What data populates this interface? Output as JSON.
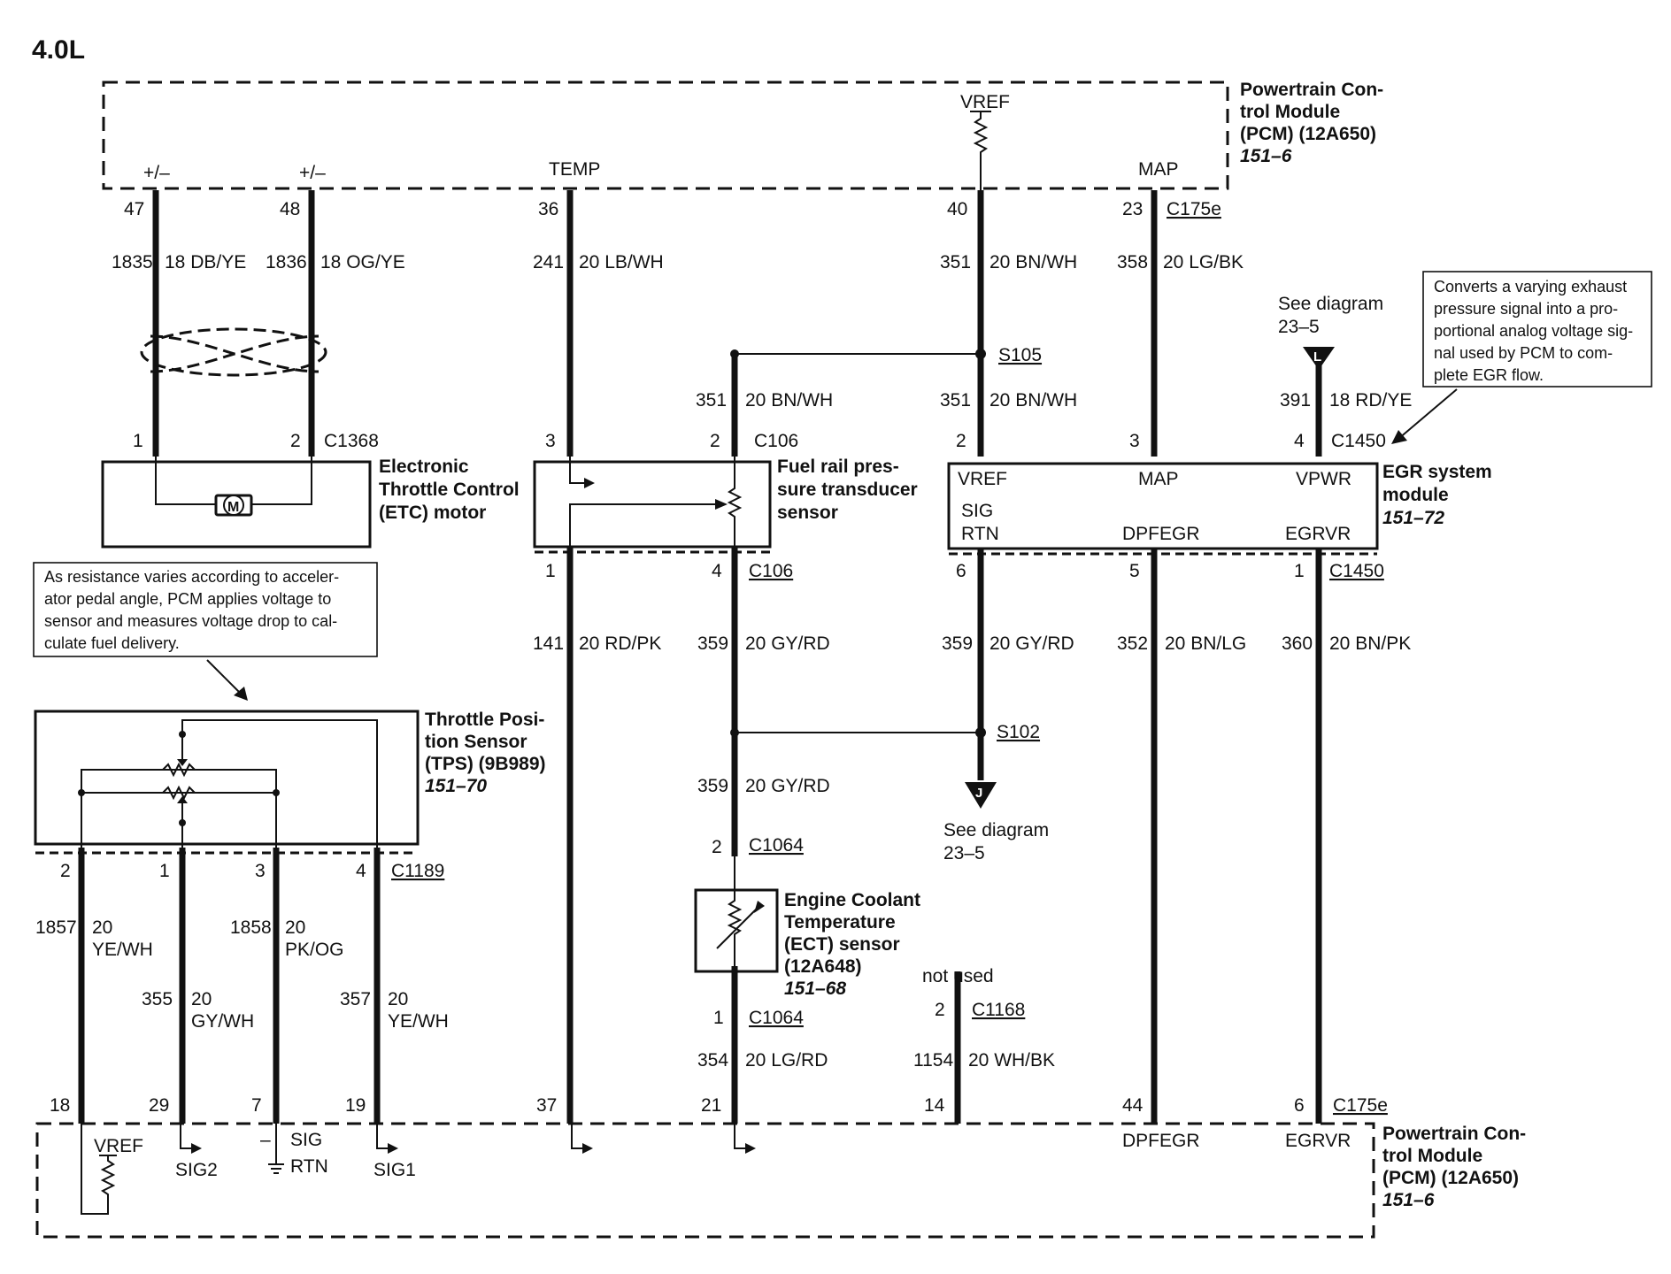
{
  "title": "4.0L",
  "pcm_top": {
    "lines": [
      "Powertrain Con-",
      "trol Module",
      "(PCM) (12A650)"
    ],
    "ref": "151–6",
    "pins": [
      "+/–",
      "+/–",
      "TEMP",
      "VREF",
      "MAP"
    ]
  },
  "pcm_bottom": {
    "lines": [
      "Powertrain Con-",
      "trol Module",
      "(PCM) (12A650)"
    ],
    "ref": "151–6",
    "pins": [
      "VREF",
      "SIG2",
      "–",
      "SIG",
      "RTN",
      "SIG1",
      "DPFEGR",
      "EGRVR"
    ]
  },
  "wires": [
    {
      "pin_top": "47",
      "circuit": "1835",
      "color": "18 DB/YE",
      "pin_bottom": "1"
    },
    {
      "pin_top": "48",
      "circuit": "1836",
      "color": "18 OG/YE",
      "pin_bottom": "2"
    },
    {
      "pin_top": "36",
      "circuit": "241",
      "color": "20 LB/WH",
      "pin_bottom": "3"
    },
    {
      "pin_top": "40",
      "circuit": "351",
      "color": "20 BN/WH",
      "pin_bottom": "2"
    },
    {
      "pin_top": "23",
      "circuit": "358",
      "color": "20 LG/BK",
      "pin_bottom": "3"
    },
    {
      "circuit": "351",
      "color": "20 BN/WH",
      "pin_bottom": "2"
    },
    {
      "circuit": "351",
      "color": "20 BN/WH"
    },
    {
      "circuit": "391",
      "color": "18 RD/YE",
      "pin_bottom": "4"
    },
    {
      "pin_top": "1",
      "circuit": "141",
      "color": "20 RD/PK",
      "pin_bottom": "37"
    },
    {
      "pin_top": "4",
      "circuit": "359",
      "color": "20 GY/RD"
    },
    {
      "pin_top": "6",
      "circuit": "359",
      "color": "20 GY/RD"
    },
    {
      "pin_top": "5",
      "circuit": "352",
      "color": "20 BN/LG",
      "pin_bottom": "44"
    },
    {
      "pin_top": "1",
      "circuit": "360",
      "color": "20 BN/PK",
      "pin_bottom": "6"
    },
    {
      "circuit": "359",
      "color": "20 GY/RD",
      "pin_bottom": "2"
    },
    {
      "pin_top": "1",
      "circuit": "354",
      "color": "20 LG/RD",
      "pin_bottom": "21"
    },
    {
      "pin_top": "2",
      "circuit": "1154",
      "color": "20 WH/BK",
      "pin_bottom": "14"
    },
    {
      "pin_top": "2",
      "circuit": "1857",
      "color_1": "20",
      "color_2": "YE/WH",
      "pin_bottom": "18"
    },
    {
      "pin_top": "1",
      "circuit": "355",
      "color_1": "20",
      "color_2": "GY/WH",
      "pin_bottom": "29"
    },
    {
      "pin_top": "3",
      "circuit": "1858",
      "color_1": "20",
      "color_2": "PK/OG",
      "pin_bottom": "7"
    },
    {
      "pin_top": "4",
      "circuit": "357",
      "color_1": "20",
      "color_2": "YE/WH",
      "pin_bottom": "19"
    }
  ],
  "connectors": [
    "C175e",
    "C1368",
    "C106",
    "C106",
    "C1450",
    "C1450",
    "S105",
    "S102",
    "C1064",
    "C1064",
    "C1189",
    "C1168",
    "C175e"
  ],
  "components": {
    "etc": [
      "Electronic",
      "Throttle Control",
      "(ETC) motor"
    ],
    "etc_symbol": "M",
    "fuel_rail": [
      "Fuel rail pres-",
      "sure transducer",
      "sensor"
    ],
    "egr": {
      "lines": [
        "EGR system",
        "module"
      ],
      "ref": "151–72",
      "pins": [
        "VREF",
        "MAP",
        "VPWR",
        "SIG",
        "RTN",
        "DPFEGR",
        "EGRVR"
      ]
    },
    "tps": {
      "lines": [
        "Throttle Posi-",
        "tion Sensor",
        "(TPS) (9B989)"
      ],
      "ref": "151–70"
    },
    "ect": {
      "lines": [
        "Engine Coolant",
        "Temperature",
        "(ECT) sensor",
        "(12A648)"
      ],
      "ref": "151–68"
    }
  },
  "see_diagram_top": {
    "label": "See diagram",
    "ref": "23–5",
    "symbol": "L"
  },
  "see_diagram_bottom": {
    "label": "See diagram",
    "ref": "23–5",
    "symbol": "J"
  },
  "not_used": "not used",
  "notes": {
    "egr": [
      "Converts a varying exhaust",
      "pressure signal into a pro-",
      "portional analog voltage sig-",
      "nal used by PCM to com-",
      "plete EGR flow."
    ],
    "tps": [
      "As resistance varies according to acceler-",
      "ator pedal angle, PCM applies voltage to",
      "sensor and measures voltage drop to cal-",
      "culate fuel delivery."
    ]
  }
}
